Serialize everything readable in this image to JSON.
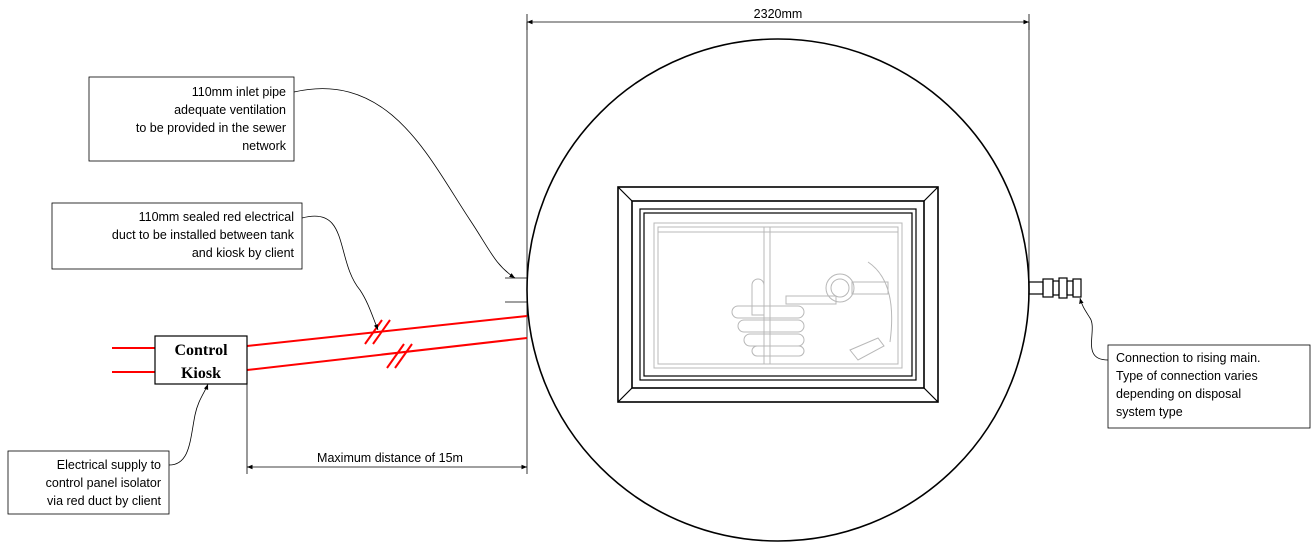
{
  "dimensions": {
    "tank_width": "2320mm",
    "max_distance": "Maximum distance of 15m"
  },
  "kiosk": {
    "line1": "Control",
    "line2": "Kiosk"
  },
  "callouts": {
    "inlet": [
      "110mm inlet pipe",
      "adequate ventilation",
      "to be provided in the sewer",
      "network"
    ],
    "duct": [
      "110mm sealed red electrical",
      "duct to be installed between tank",
      "and kiosk by client"
    ],
    "supply": [
      "Electrical supply to",
      "control panel isolator",
      "via red duct by client"
    ],
    "rising_main": [
      "Connection to rising main.",
      "Type of connection varies",
      "depending on disposal",
      "system type"
    ]
  },
  "colors": {
    "duct_red": "#ff0000",
    "line": "#000000",
    "internals_grey": "#b8b8b8"
  }
}
